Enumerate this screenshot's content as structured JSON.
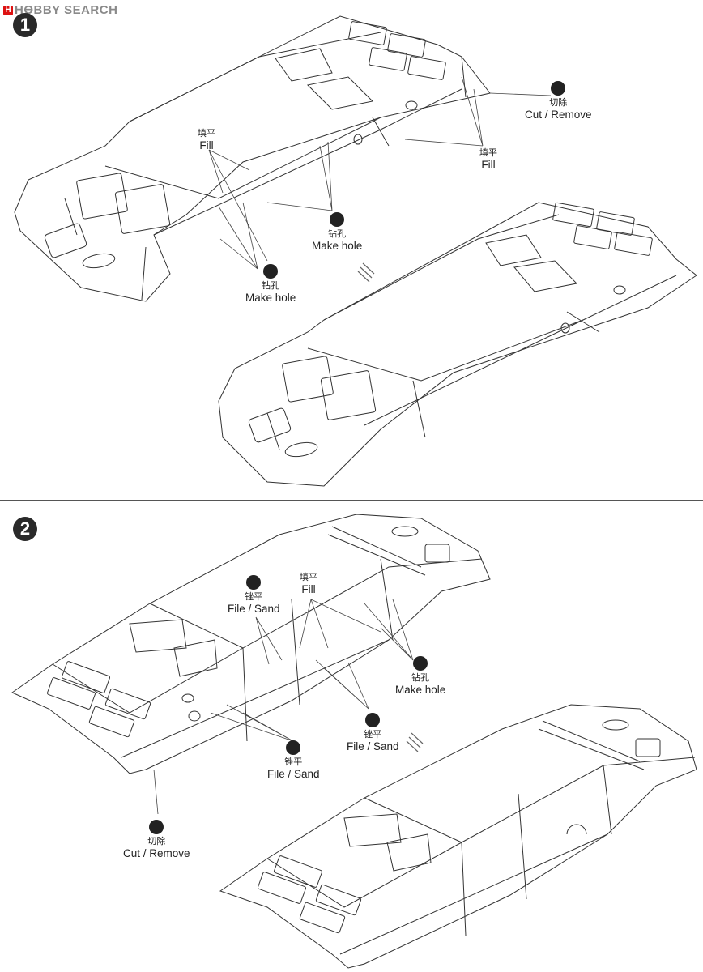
{
  "header": {
    "logo_text": "HӨBBY SEARCH",
    "logo_mark": "H"
  },
  "steps": [
    {
      "number": "1"
    },
    {
      "number": "2"
    }
  ],
  "callouts": {
    "step1_cut": {
      "cn": "切除",
      "en": "Cut / Remove",
      "icon": "cut-remove-icon"
    },
    "step1_fill": {
      "cn": "填平",
      "en": "Fill",
      "icon": "none"
    },
    "step1_fill_right": {
      "cn": "填平",
      "en": "Fill",
      "icon": "none"
    },
    "step1_hole_center": {
      "cn": "钻孔",
      "en": "Make hole",
      "icon": "drill-icon"
    },
    "step1_hole_left": {
      "cn": "钻孔",
      "en": "Make hole",
      "icon": "drill-icon"
    },
    "step2_fill": {
      "cn": "填平",
      "en": "Fill",
      "icon": "none"
    },
    "step2_sand_top": {
      "cn": "锉平",
      "en": "File / Sand",
      "icon": "file-sand-icon"
    },
    "step2_hole": {
      "cn": "钻孔",
      "en": "Make hole",
      "icon": "drill-icon"
    },
    "step2_sand_mid": {
      "cn": "锉平",
      "en": "File / Sand",
      "icon": "file-sand-icon"
    },
    "step2_sand_low": {
      "cn": "锉平",
      "en": "File / Sand",
      "icon": "file-sand-icon"
    },
    "step2_cut": {
      "cn": "切除",
      "en": "Cut / Remove",
      "icon": "cut-remove-icon"
    }
  }
}
